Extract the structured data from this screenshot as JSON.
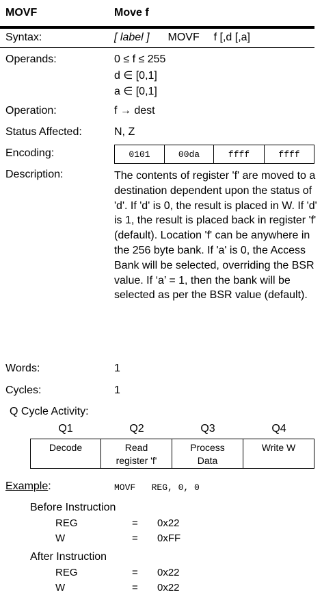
{
  "header": {
    "mnemonic": "MOVF",
    "title": "Move f"
  },
  "syntax": {
    "label": "Syntax:",
    "label_part": "[ label ]",
    "mnemonic": "MOVF",
    "operands": "f [,d [,a]"
  },
  "operands": {
    "label": "Operands:",
    "lines": [
      "0 ≤ f ≤ 255",
      "d ∈ [0,1]",
      "a ∈ [0,1]"
    ]
  },
  "operation": {
    "label": "Operation:",
    "value": "f → dest"
  },
  "status": {
    "label": "Status Affected:",
    "value": "N, Z"
  },
  "encoding": {
    "label": "Encoding:",
    "cells": [
      "0101",
      "00da",
      "ffff",
      "ffff"
    ]
  },
  "description": {
    "label": "Description:",
    "text": "The contents of register 'f' are moved to a destination dependent upon the status of 'd'. If 'd' is 0, the result is placed in W. If 'd' is 1, the result is placed back in register 'f' (default). Location 'f' can be anywhere in the 256 byte bank. If 'a' is 0, the Access Bank will be selected, overriding the BSR value. If ‘a’ = 1, then the bank will be selected as per the BSR value (default)."
  },
  "words": {
    "label": "Words:",
    "value": "1"
  },
  "cycles": {
    "label": "Cycles:",
    "value": "1"
  },
  "q_cycle": {
    "label": "Q Cycle Activity:",
    "headers": [
      "Q1",
      "Q2",
      "Q3",
      "Q4"
    ],
    "cells": [
      "Decode",
      "Read register 'f'",
      "Process Data",
      "Write W"
    ]
  },
  "example": {
    "label": "Example",
    "colon": ":",
    "code": "MOVF   REG, 0, 0",
    "before": {
      "title": "Before Instruction",
      "rows": [
        {
          "name": "REG",
          "eq": "=",
          "value": "0x22"
        },
        {
          "name": "W",
          "eq": "=",
          "value": "0xFF"
        }
      ]
    },
    "after": {
      "title": "After Instruction",
      "rows": [
        {
          "name": "REG",
          "eq": "=",
          "value": "0x22"
        },
        {
          "name": "W",
          "eq": "=",
          "value": "0x22"
        }
      ]
    }
  }
}
